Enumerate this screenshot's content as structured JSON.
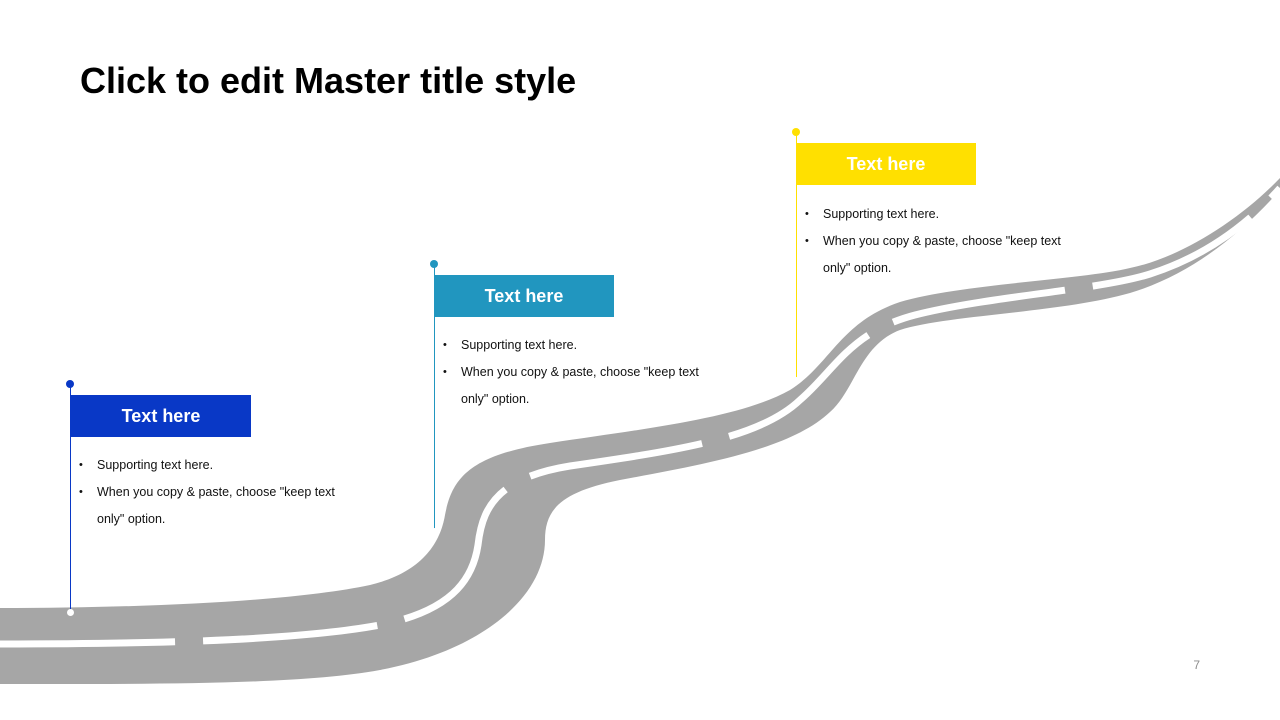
{
  "slide": {
    "title": "Click to edit Master title style",
    "page_number": "7"
  },
  "milestones": [
    {
      "heading": "Text here",
      "color": "#0938C6",
      "bullets": [
        "Supporting text here.",
        "When you copy & paste, choose \"keep text only\" option."
      ]
    },
    {
      "heading": "Text here",
      "color": "#2196BF",
      "bullets": [
        "Supporting text here.",
        "When you copy & paste, choose \"keep text only\" option."
      ]
    },
    {
      "heading": "Text here",
      "color": "#FFE000",
      "bullets": [
        "Supporting text here.",
        "When you copy & paste, choose \"keep text only\" option."
      ]
    }
  ],
  "road": {
    "color": "#A6A6A6",
    "lane_marking_color": "#FFFFFF"
  }
}
